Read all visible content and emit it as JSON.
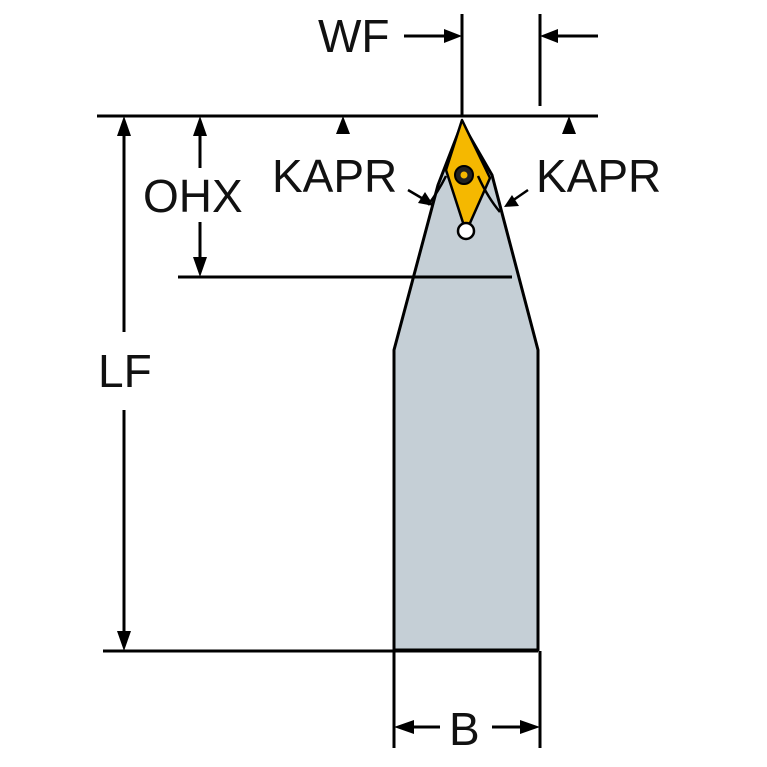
{
  "labels": {
    "wf": "WF",
    "ohx": "OHX",
    "kapr_left": "KAPR",
    "kapr_right": "KAPR",
    "lf": "LF",
    "b": "B"
  },
  "colors": {
    "holder_body": "#c5cfd6",
    "insert": "#f5b800",
    "outline": "#000000",
    "background": "#ffffff"
  }
}
